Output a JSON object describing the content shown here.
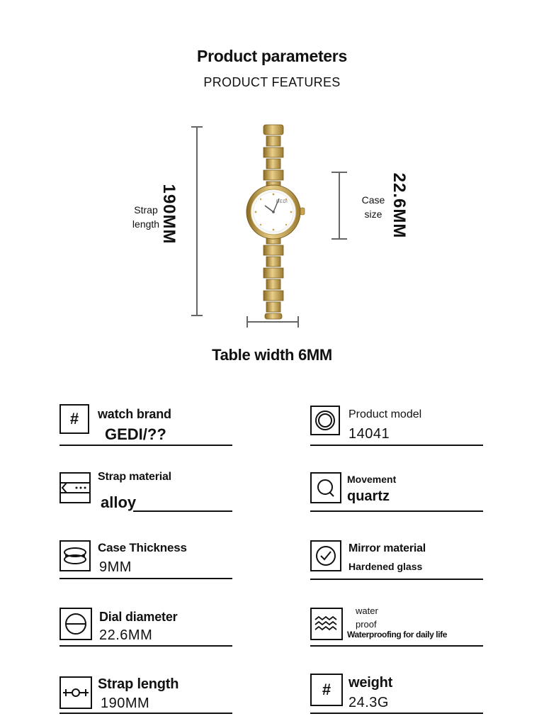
{
  "header": {
    "title": "Product parameters",
    "subtitle": "PRODUCT FEATURES"
  },
  "diagram": {
    "strap_length_value": "190MM",
    "strap_length_label_line1": "Strap",
    "strap_length_label_line2": "length",
    "case_size_value": "22.6MM",
    "case_size_label_line1": "Case",
    "case_size_label_line2": "size",
    "table_width": "Table width 6MM",
    "dial_brand": "GEDI"
  },
  "specs": {
    "watch_brand": {
      "label": "watch brand",
      "value": "GEDI/??",
      "icon": "hash-icon"
    },
    "product_model": {
      "label": "Product model",
      "value": "14041",
      "icon": "double-ring-icon"
    },
    "strap_material": {
      "label": "Strap material",
      "value": "alloy",
      "icon": "strap-buckle-icon"
    },
    "movement": {
      "label": "Movement",
      "value": "quartz",
      "icon": "magnifier-ring-icon"
    },
    "case_thickness": {
      "label": "Case Thickness",
      "value": "9MM",
      "icon": "stacked-case-icon"
    },
    "mirror_material": {
      "label": "Mirror material",
      "value": "Hardened glass",
      "icon": "checkmark-circle-icon"
    },
    "dial_diameter": {
      "label": "Dial diameter",
      "value": "22.6MM",
      "icon": "dial-circle-icon"
    },
    "water_proof": {
      "label_line1": "water",
      "label_line2": "proof",
      "value": "Waterproofing for daily life",
      "icon": "waves-icon"
    },
    "strap_length": {
      "label": "Strap length",
      "value": "190MM",
      "icon": "strap-length-icon"
    },
    "weight": {
      "label": "weight",
      "value": "24.3G",
      "icon": "hash-icon"
    }
  },
  "colors": {
    "gold": "#c9a44e",
    "gold_dark": "#8a6a22",
    "ink": "#111111"
  }
}
